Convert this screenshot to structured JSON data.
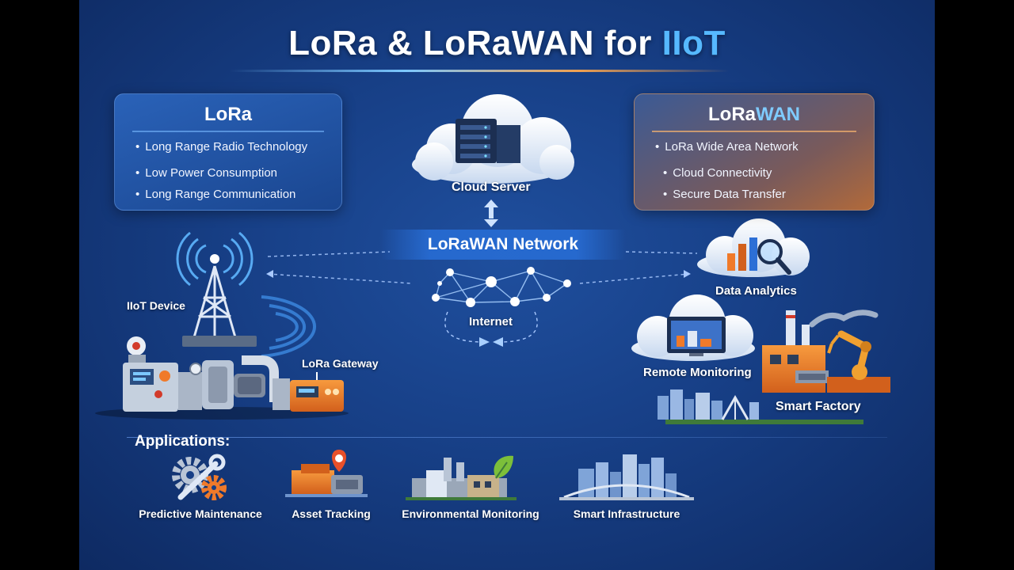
{
  "title": {
    "main": "LoRa & LoRaWAN for ",
    "highlight": "IIoT"
  },
  "lora_panel": {
    "title": "LoRa",
    "items": [
      "Long Range Radio Technology",
      "Low Power Consumption",
      "Long Range Communication"
    ]
  },
  "lorawan_panel": {
    "title_main": "LoRa",
    "title_highlight": "WAN",
    "items": [
      "LoRa Wide Area Network",
      "Cloud Connectivity",
      "Secure Data Transfer"
    ]
  },
  "center": {
    "cloud_server": "Cloud Server",
    "network": "LoRaWAN Network",
    "internet": "Internet"
  },
  "left": {
    "iiot_device": "IIoT Device",
    "lora_gateway": "LoRa Gateway"
  },
  "right": {
    "data_analytics": "Data Analytics",
    "remote_monitoring": "Remote Monitoring",
    "smart_factory": "Smart Factory"
  },
  "applications": {
    "title": "Applications:",
    "items": [
      "Predictive Maintenance",
      "Asset Tracking",
      "Environmental Monitoring",
      "Smart Infrastructure"
    ]
  },
  "colors": {
    "background": "#173f86",
    "accent_blue": "#56b9ff",
    "accent_orange": "#f07a2a"
  }
}
